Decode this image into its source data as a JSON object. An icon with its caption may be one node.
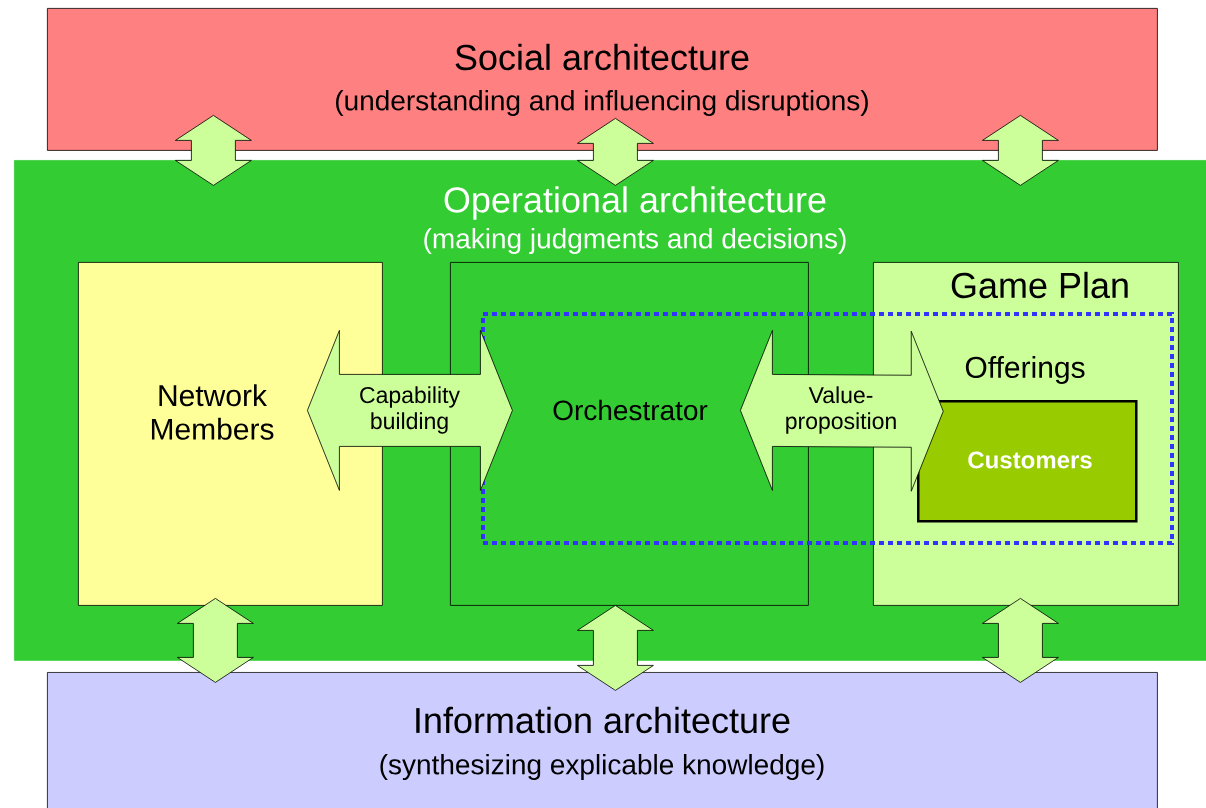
{
  "diagram": {
    "nodes": [
      {
        "text": [
          "Social architecture",
          "(understanding and influencing disruptions)"
        ]
      },
      {
        "text": [
          "Operational architecture",
          "(making judgments and decisions)"
        ]
      },
      {
        "text": [
          "Network Members"
        ],
        "in": 1
      },
      {
        "text": [
          "Orchestrator"
        ],
        "in": 1
      },
      {
        "text": [
          "Game Plan"
        ],
        "in": 1
      },
      {
        "text": [
          "Offerings"
        ]
      },
      {
        "text": [
          "Customers"
        ]
      },
      {
        "text": [],
        "shape": "box",
        "in": 1
      },
      {
        "text": [
          "Information architecture",
          "(synthesizing explicable knowledge)"
        ]
      }
    ],
    "edges": [
      {
        "from": 0,
        "to": 1,
        "arrow": "both"
      },
      {
        "from": 0,
        "to": 1,
        "arrow": "both"
      },
      {
        "from": 0,
        "to": 1,
        "arrow": "both"
      },
      {
        "from": 2,
        "to": 3,
        "arrow": "both",
        "label": "Capability building"
      },
      {
        "from": 3,
        "to": 6,
        "arrow": "both",
        "label": "Value-proposition"
      },
      {
        "from": 2,
        "to": 8,
        "arrow": "both"
      },
      {
        "from": 3,
        "to": 8,
        "arrow": "both"
      },
      {
        "from": 4,
        "to": 8,
        "arrow": "both"
      }
    ]
  }
}
